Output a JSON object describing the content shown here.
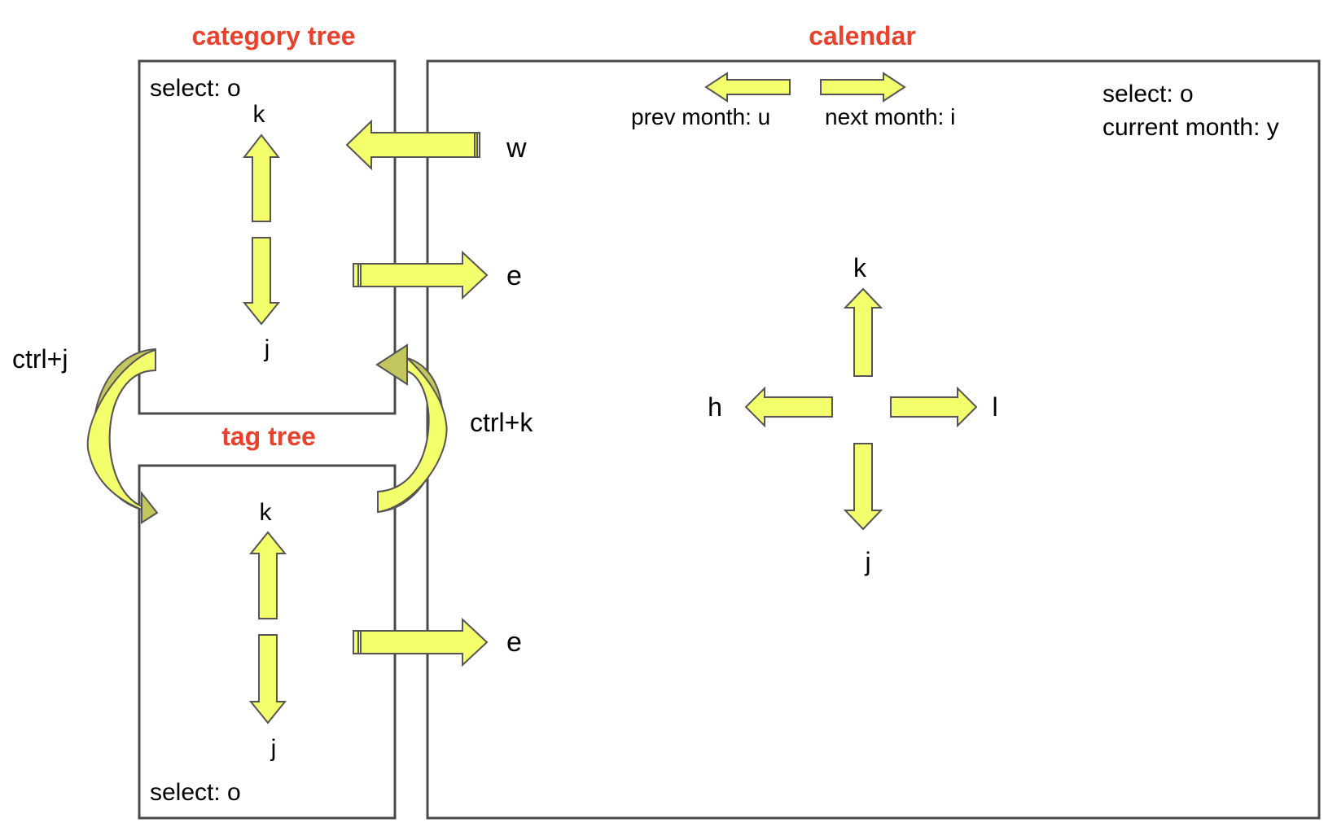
{
  "colors": {
    "title": "#e8412c",
    "arrow_fill": "#f3ff6b",
    "arrow_stroke": "#555555",
    "curve_shade": "#c3c65c",
    "panel_border": "#4a4a4a"
  },
  "category_tree": {
    "title": "category tree",
    "select_label": "select: o",
    "up_key": "k",
    "down_key": "j"
  },
  "tag_tree": {
    "title": "tag tree",
    "select_label": "select: o",
    "up_key": "k",
    "down_key": "j"
  },
  "calendar": {
    "title": "calendar",
    "prev_month_label": "prev month: u",
    "next_month_label": "next month: i",
    "select_label": "select: o",
    "current_month_label": "current month: y",
    "up_key": "k",
    "down_key": "j",
    "left_key": "h",
    "right_key": "l"
  },
  "transitions": {
    "calendar_to_category": "w",
    "category_to_calendar": "e",
    "tag_to_calendar": "e",
    "category_to_tag": "ctrl+j",
    "tag_to_category": "ctrl+k"
  }
}
